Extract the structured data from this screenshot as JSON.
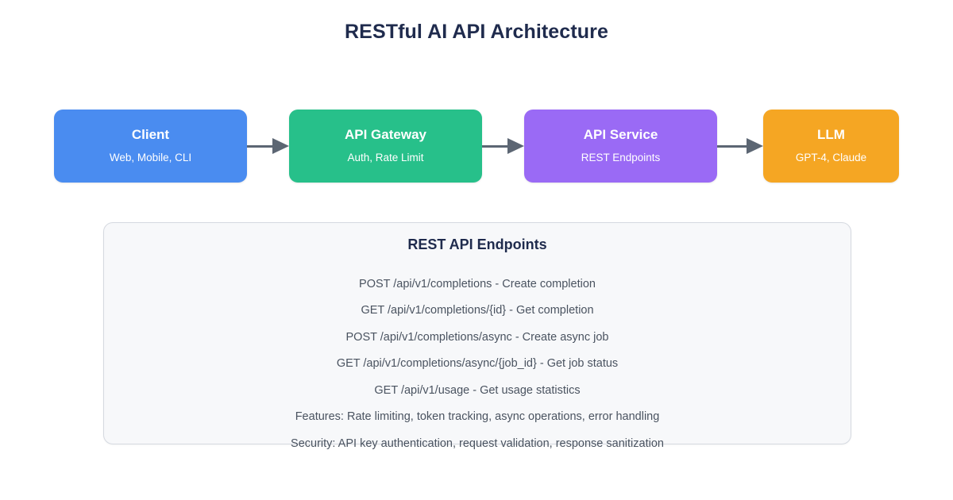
{
  "page": {
    "title": "RESTful AI API Architecture"
  },
  "colors": {
    "title_text": "#1f2b4d",
    "arrow": "#5c6673",
    "panel_background": "#f7f8fa",
    "panel_border": "#d5d9e0",
    "body_text": "#4a5360",
    "client": "#4a8cf0",
    "gateway": "#27c08a",
    "service": "#9a6af5",
    "llm": "#f5a623"
  },
  "flow": {
    "nodes": [
      {
        "title": "Client",
        "subtitle": "Web, Mobile, CLI",
        "color": "#4a8cf0"
      },
      {
        "title": "API Gateway",
        "subtitle": "Auth, Rate Limit",
        "color": "#27c08a"
      },
      {
        "title": "API Service",
        "subtitle": "REST Endpoints",
        "color": "#9a6af5"
      },
      {
        "title": "LLM",
        "subtitle": "GPT-4, Claude",
        "color": "#f5a623"
      }
    ],
    "connectors": [
      {
        "from": "Client",
        "to": "API Gateway",
        "style": "arrow-right"
      },
      {
        "from": "API Gateway",
        "to": "API Service",
        "style": "arrow-right"
      },
      {
        "from": "API Service",
        "to": "LLM",
        "style": "arrow-right"
      }
    ]
  },
  "panel": {
    "title": "REST API Endpoints",
    "lines": [
      "POST /api/v1/completions - Create completion",
      "GET /api/v1/completions/{id} - Get completion",
      "POST /api/v1/completions/async - Create async job",
      "GET /api/v1/completions/async/{job_id} - Get job status",
      "GET /api/v1/usage - Get usage statistics",
      "Features: Rate limiting, token tracking, async operations, error handling",
      "Security: API key authentication, request validation, response sanitization"
    ]
  }
}
